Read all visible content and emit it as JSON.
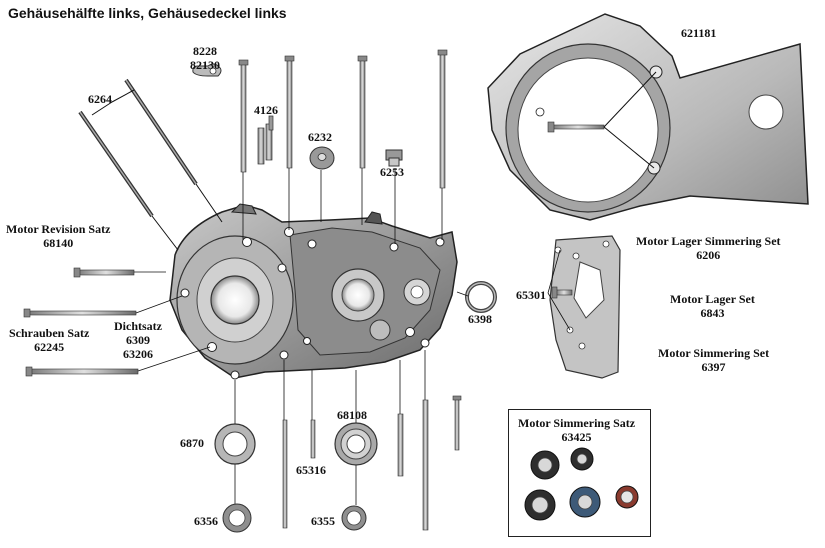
{
  "title": "Gehäusehälfte links, Gehäusedeckel links",
  "labels": {
    "p8228": "8228",
    "p82130": "82130",
    "p6264": "6264",
    "p4126": "4126",
    "p6232": "6232",
    "p6253": "6253",
    "p621181": "621181",
    "revision_name": "Motor Revision Satz",
    "revision_no": "68140",
    "lager_simmering_name": "Motor Lager Simmering Set",
    "lager_simmering_no": "6206",
    "p65301": "65301",
    "lager_name": "Motor Lager Set",
    "lager_no": "6843",
    "schrauben_name": "Schrauben Satz",
    "schrauben_no": "62245",
    "dichtsatz_name": "Dichtsatz",
    "dichtsatz_no1": "6309",
    "dichtsatz_no2": "63206",
    "p6398": "6398",
    "simmering_set_name": "Motor Simmering Set",
    "simmering_set_no": "6397",
    "p68108": "68108",
    "p6870": "6870",
    "p65316": "65316",
    "simmering_satz_name": "Motor Simmering Satz",
    "simmering_satz_no": "63425",
    "p6356": "6356",
    "p6355": "6355"
  },
  "colors": {
    "ink": "#111111",
    "metal_light": "#d4d4d4",
    "metal_mid": "#a8a8a8",
    "metal_dark": "#5e5e5e",
    "seal_red": "#8a3a2e",
    "seal_blue": "#3d5a78"
  }
}
